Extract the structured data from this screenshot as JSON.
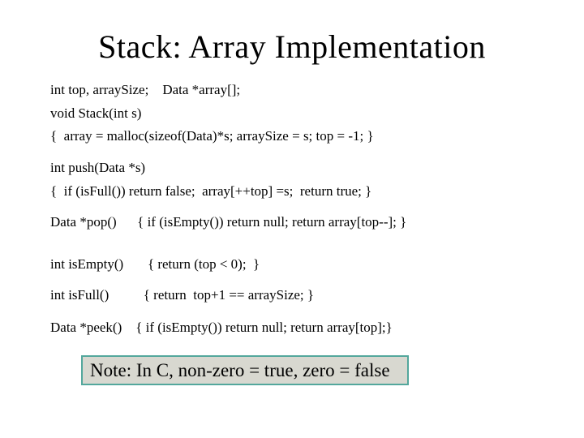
{
  "slide": {
    "title": "Stack: Array Implementation",
    "code_lines": [
      "int top, arraySize;    Data *array[];",
      "void Stack(int s)",
      "{  array = malloc(sizeof(Data)*s; arraySize = s; top = -1; }",
      "int push(Data *s)",
      "{  if (isFull()) return false;  array[++top] =s;  return true; }",
      "Data *pop()      { if (isEmpty()) return null; return array[top--]; }",
      "int isEmpty()       { return (top < 0);  }",
      "int isFull()          { return  top+1 == arraySize; }",
      "Data *peek()    { if (isEmpty()) return null; return array[top];}"
    ],
    "note": "Note: In C, non-zero = true, zero = false"
  },
  "colors": {
    "background": "#ffffff",
    "text": "#000000",
    "note_border": "#53a79c",
    "note_fill": "#d8d8d0"
  }
}
